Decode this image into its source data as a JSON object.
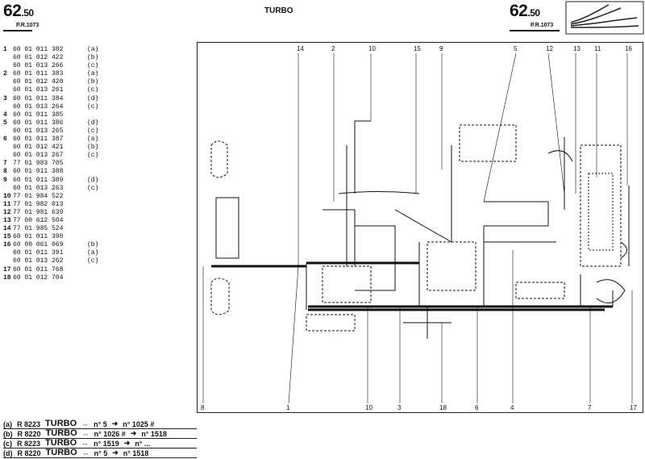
{
  "header": {
    "page_code_main": "62",
    "page_code_sub": ".50",
    "pr_ref": "P.R.1073",
    "title": "TURBO"
  },
  "parts": [
    {
      "n": "1",
      "code": "60 01 011 382",
      "v": "(a)"
    },
    {
      "n": "",
      "code": "60 01 012 422",
      "v": "(b)"
    },
    {
      "n": "",
      "code": "60 01 013 266",
      "v": "(c)"
    },
    {
      "n": "2",
      "code": "60 01 011 383",
      "v": "(a)"
    },
    {
      "n": "",
      "code": "60 01 012 420",
      "v": "(b)"
    },
    {
      "n": "",
      "code": "60 01 013 261",
      "v": "(c)"
    },
    {
      "n": "3",
      "code": "60 01 011 384",
      "v": "(d)"
    },
    {
      "n": "",
      "code": "60 01 013 264",
      "v": "(c)"
    },
    {
      "n": "4",
      "code": "60 01 011 385",
      "v": ""
    },
    {
      "n": "5",
      "code": "60 01 011 386",
      "v": "(d)"
    },
    {
      "n": "",
      "code": "60 01 013 265",
      "v": "(c)"
    },
    {
      "n": "6",
      "code": "60 01 011 387",
      "v": "(a)"
    },
    {
      "n": "",
      "code": "60 01 012 421",
      "v": "(b)"
    },
    {
      "n": "",
      "code": "60 01 013 267",
      "v": "(c)"
    },
    {
      "n": "7",
      "code": "77 01 983 705",
      "v": ""
    },
    {
      "n": "8",
      "code": "60 01 011 388",
      "v": ""
    },
    {
      "n": "9",
      "code": "60 01 011 389",
      "v": "(d)"
    },
    {
      "n": "",
      "code": "60 01 013 263",
      "v": "(c)"
    },
    {
      "n": "10",
      "code": "77 01 984 522",
      "v": ""
    },
    {
      "n": "11",
      "code": "77 01 982 013",
      "v": ""
    },
    {
      "n": "12",
      "code": "77 01 981 639",
      "v": ""
    },
    {
      "n": "13",
      "code": "77 00 612 504",
      "v": ""
    },
    {
      "n": "14",
      "code": "77 01 985 524",
      "v": ""
    },
    {
      "n": "15",
      "code": "60 01 011 390",
      "v": ""
    },
    {
      "n": "16",
      "code": "60 00 061 069",
      "v": "(b)"
    },
    {
      "n": "",
      "code": "60 01 011 391",
      "v": "(a)"
    },
    {
      "n": "",
      "code": "60 01 013 262",
      "v": "(c)"
    },
    {
      "n": "17",
      "code": "60 01 011 768",
      "v": ""
    },
    {
      "n": "18",
      "code": "60 01 012 704",
      "v": ""
    }
  ],
  "callouts_top": [
    "14",
    "2",
    "10",
    "15",
    "9",
    "5",
    "12",
    "13",
    "11",
    "16"
  ],
  "callouts_bottom": [
    "8",
    "1",
    "10",
    "3",
    "18",
    "6",
    "4",
    "7",
    "17"
  ],
  "versions": [
    {
      "v": "(a)",
      "model": "R 8223",
      "name": "TURBO",
      "from": "n° 5",
      "to": "n° 1025 #"
    },
    {
      "v": "(b)",
      "model": "R 8220",
      "name": "TURBO",
      "from": "n° 1026 #",
      "to": "n° 1518"
    },
    {
      "v": "(c)",
      "model": "R 8223",
      "name": "TURBO",
      "from": "n° 1519",
      "to": "n° ..."
    },
    {
      "v": "(d)",
      "model": "R 8220",
      "name": "TURBO",
      "from": "n° 5",
      "to": "n° 1518"
    }
  ]
}
